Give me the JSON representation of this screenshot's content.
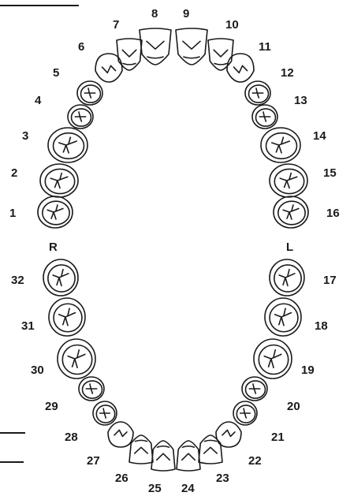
{
  "sides": {
    "right": "R",
    "left": "L"
  },
  "teeth": [
    {
      "number": "1",
      "type": "molar"
    },
    {
      "number": "2",
      "type": "molar"
    },
    {
      "number": "3",
      "type": "molar"
    },
    {
      "number": "4",
      "type": "premolar"
    },
    {
      "number": "5",
      "type": "premolar"
    },
    {
      "number": "6",
      "type": "canine"
    },
    {
      "number": "7",
      "type": "lateral-incisor"
    },
    {
      "number": "8",
      "type": "central-incisor"
    },
    {
      "number": "9",
      "type": "central-incisor"
    },
    {
      "number": "10",
      "type": "lateral-incisor"
    },
    {
      "number": "11",
      "type": "canine"
    },
    {
      "number": "12",
      "type": "premolar"
    },
    {
      "number": "13",
      "type": "premolar"
    },
    {
      "number": "14",
      "type": "molar"
    },
    {
      "number": "15",
      "type": "molar"
    },
    {
      "number": "16",
      "type": "molar"
    },
    {
      "number": "17",
      "type": "molar"
    },
    {
      "number": "18",
      "type": "molar"
    },
    {
      "number": "19",
      "type": "molar"
    },
    {
      "number": "20",
      "type": "premolar"
    },
    {
      "number": "21",
      "type": "premolar"
    },
    {
      "number": "22",
      "type": "canine"
    },
    {
      "number": "23",
      "type": "lateral-incisor"
    },
    {
      "number": "24",
      "type": "central-incisor"
    },
    {
      "number": "25",
      "type": "central-incisor"
    },
    {
      "number": "26",
      "type": "lateral-incisor"
    },
    {
      "number": "27",
      "type": "canine"
    },
    {
      "number": "28",
      "type": "premolar"
    },
    {
      "number": "29",
      "type": "premolar"
    },
    {
      "number": "30",
      "type": "molar"
    },
    {
      "number": "31",
      "type": "molar"
    },
    {
      "number": "32",
      "type": "molar"
    }
  ]
}
